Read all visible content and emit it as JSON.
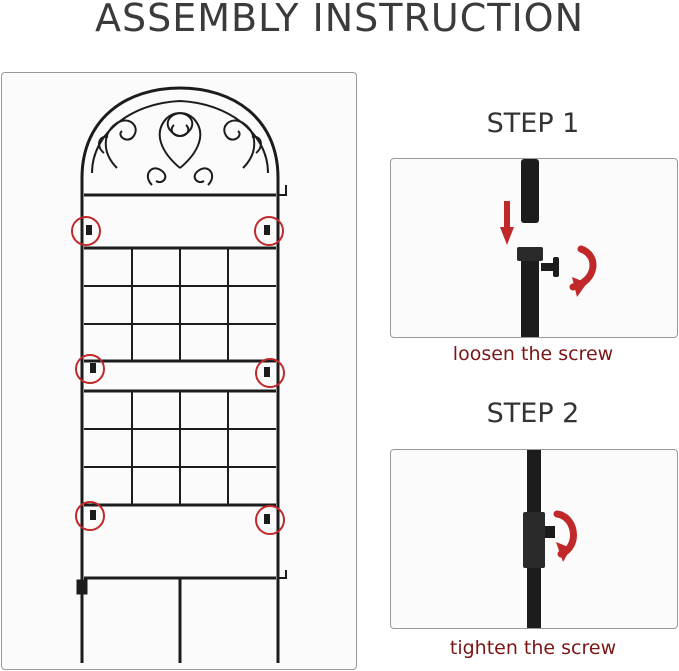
{
  "page": {
    "title": "ASSEMBLY INSTRUCTION"
  },
  "steps": [
    {
      "label": "STEP 1",
      "caption": "loosen the screw",
      "arrow_direction": "down"
    },
    {
      "label": "STEP 2",
      "caption": "tighten the screw",
      "arrow_direction": "none"
    }
  ],
  "colors": {
    "text": "#3b3b3b",
    "caption": "#7a1616",
    "highlight": "#c0282a",
    "metal": "#1c1c1c",
    "panel_border": "#9a9a9a"
  },
  "icons": {
    "trellis": "garden-trellis-illustration",
    "joint_markers": "red-circle-highlight",
    "rotate": "curved-rotate-arrow-icon",
    "down": "down-arrow-icon"
  }
}
